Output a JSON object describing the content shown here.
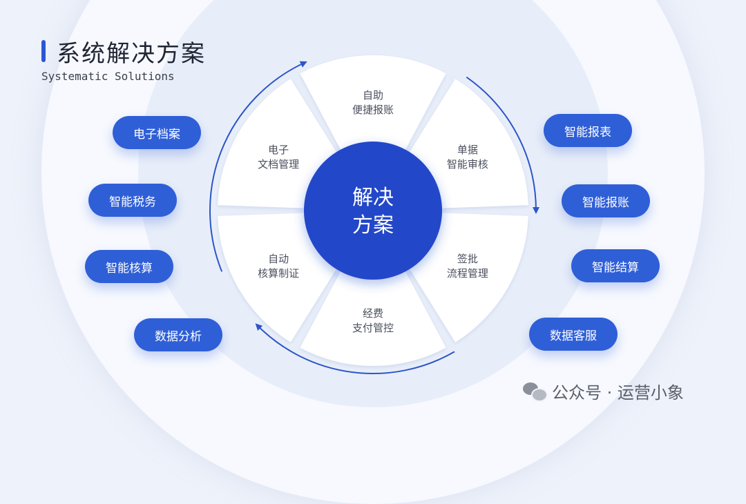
{
  "header": {
    "title": "系统解决方案",
    "subtitle": "Systematic Solutions"
  },
  "center": {
    "line1": "解决",
    "line2": "方案"
  },
  "segments": [
    {
      "line1": "自助",
      "line2": "便捷报账"
    },
    {
      "line1": "单据",
      "line2": "智能审核"
    },
    {
      "line1": "签批",
      "line2": "流程管理"
    },
    {
      "line1": "经费",
      "line2": "支付管控"
    },
    {
      "line1": "自动",
      "line2": "核算制证"
    },
    {
      "line1": "电子",
      "line2": "文档管理"
    }
  ],
  "left_pills": [
    "电子档案",
    "智能税务",
    "智能核算",
    "数据分析"
  ],
  "right_pills": [
    "智能报表",
    "智能报账",
    "智能结算",
    "数据客服"
  ],
  "watermark": {
    "text": "公众号 · 运营小象",
    "icon": "wechat-icon"
  },
  "colors": {
    "accent": "#2f5fd7",
    "center": "#2447c9",
    "arrow": "#2c55c8"
  }
}
